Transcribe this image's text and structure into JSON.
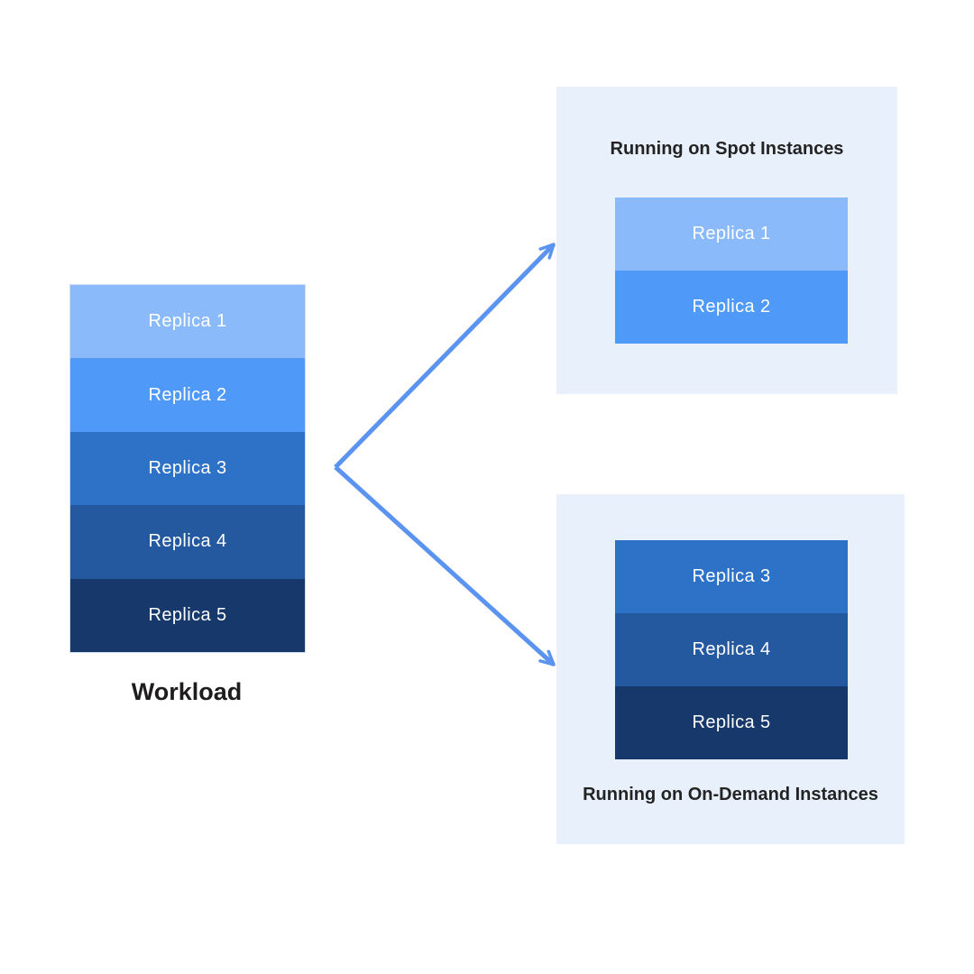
{
  "workload": {
    "caption": "Workload",
    "replicas": [
      {
        "label": "Replica 1",
        "color": "#8BBAFB"
      },
      {
        "label": "Replica 2",
        "color": "#4F9AF8"
      },
      {
        "label": "Replica 3",
        "color": "#2E72C7"
      },
      {
        "label": "Replica 4",
        "color": "#25599F"
      },
      {
        "label": "Replica 5",
        "color": "#16386B"
      }
    ]
  },
  "spot_panel": {
    "title": "Running on Spot Instances",
    "replicas": [
      {
        "label": "Replica 1",
        "color": "#8BBAFB"
      },
      {
        "label": "Replica 2",
        "color": "#4F9AF8"
      }
    ]
  },
  "ondemand_panel": {
    "title": "Running on On-Demand Instances",
    "replicas": [
      {
        "label": "Replica 3",
        "color": "#2E72C7"
      },
      {
        "label": "Replica 4",
        "color": "#25599F"
      },
      {
        "label": "Replica 5",
        "color": "#16386B"
      }
    ]
  },
  "colors": {
    "panel_background": "#E7F0FB",
    "arrow": "#5B93F0",
    "replica_text": "#FFFFFF",
    "title_text": "#232323",
    "stack_border": "#CFE0F5",
    "canvas_background": "#FFFFFF"
  }
}
